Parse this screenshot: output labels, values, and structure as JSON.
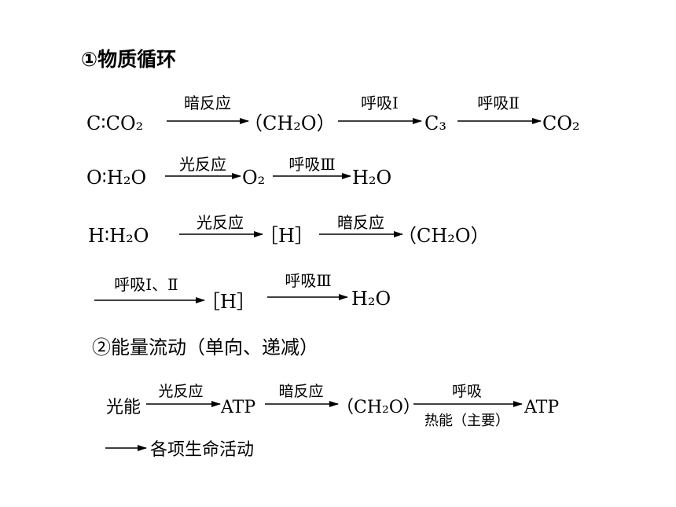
{
  "section1": {
    "title": "①物质循环",
    "row_c": {
      "prefix": "C∶CO₂",
      "arrow1_label": "暗反应",
      "node1": "（CH₂O）",
      "arrow2_label": "呼吸Ⅰ",
      "node2": "C₃",
      "arrow3_label": "呼吸Ⅱ",
      "node3": "CO₂"
    },
    "row_o": {
      "prefix": "O∶H₂O",
      "arrow1_label": "光反应",
      "node1": "O₂",
      "arrow2_label": "呼吸Ⅲ",
      "node2": "H₂O"
    },
    "row_h": {
      "prefix": "H∶H₂O",
      "arrow1_label": "光反应",
      "node1": "［H］",
      "arrow2_label": "暗反应",
      "node2": "（CH₂O）"
    },
    "row_h2": {
      "arrow1_label": "呼吸Ⅰ、Ⅱ",
      "node1": "［H］",
      "arrow2_label": "呼吸Ⅲ",
      "node2": "H₂O"
    }
  },
  "section2": {
    "title": "②能量流动（单向、递减）",
    "row_e": {
      "prefix": "光能",
      "arrow1_label": "光反应",
      "node1": "ATP",
      "arrow2_label": "暗反应",
      "node2": "（CH₂O）",
      "arrow3_label": "呼吸",
      "arrow3_sublabel": "热能（主要）",
      "node3": "ATP"
    },
    "row_e2": {
      "node1": "各项生命活动"
    }
  },
  "colors": {
    "text": "#000000",
    "background": "#ffffff"
  }
}
